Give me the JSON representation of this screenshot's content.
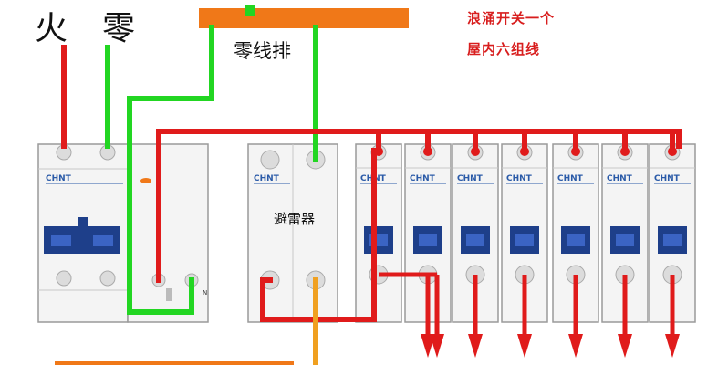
{
  "labels": {
    "live": "火",
    "neutral": "零",
    "neutral_bar": "零线排",
    "surge_protector": "避雷器",
    "note_line1": "浪涌开关一个",
    "note_line2": "屋内六组线",
    "brand": "CHNT",
    "terminal_n": "N"
  },
  "colors": {
    "live_wire": "#e01b1b",
    "neutral_wire": "#22d622",
    "ground_wire": "#f0a020",
    "neutral_bar": "#f07818",
    "breaker_handle": "#1e3f8a",
    "device_body": "#f2f2f2",
    "outline": "#9a9a9a"
  },
  "components": {
    "main_breaker": {
      "poles": 2
    },
    "surge_protector": {
      "poles": 2
    },
    "branch_breakers": {
      "count": 7
    }
  }
}
